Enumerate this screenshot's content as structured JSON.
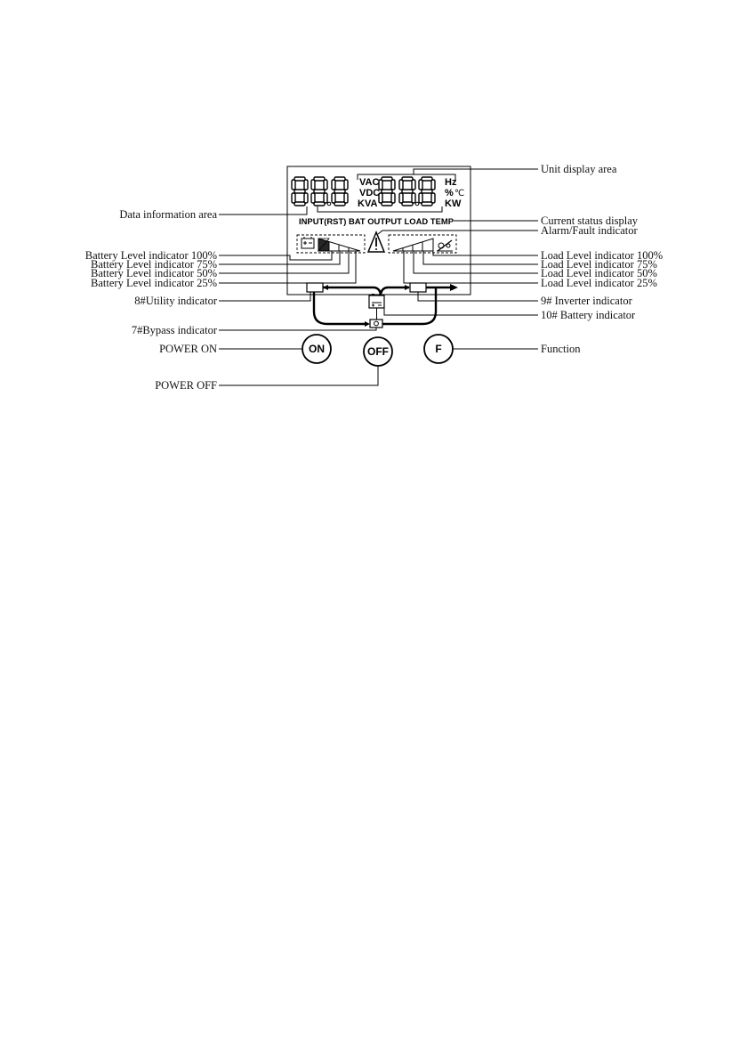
{
  "lcd": {
    "units_left": [
      "VAC",
      "VDC",
      "KVA"
    ],
    "units_right": [
      "Hz",
      "%",
      "℃",
      "KW"
    ],
    "status_bar": "INPUT(RST) BAT OUTPUT LOAD TEMP"
  },
  "buttons": {
    "on": "ON",
    "off": "OFF",
    "function": "F"
  },
  "labels_left": [
    "Data information area",
    "Battery Level indicator 100%",
    "Battery Level indicator 75%",
    "Battery Level indicator 50%",
    "Battery Level indicator 25%",
    "8#Utility indicator",
    "7#Bypass indicator",
    "POWER ON",
    "POWER OFF"
  ],
  "labels_right": [
    "Unit display area",
    "Current status display",
    "Alarm/Fault indicator",
    "Load Level indicator 100%",
    "Load Level indicator 75%",
    "Load Level indicator 50%",
    "Load Level indicator 25%",
    "9# Inverter indicator",
    "10# Battery indicator",
    "Function"
  ]
}
